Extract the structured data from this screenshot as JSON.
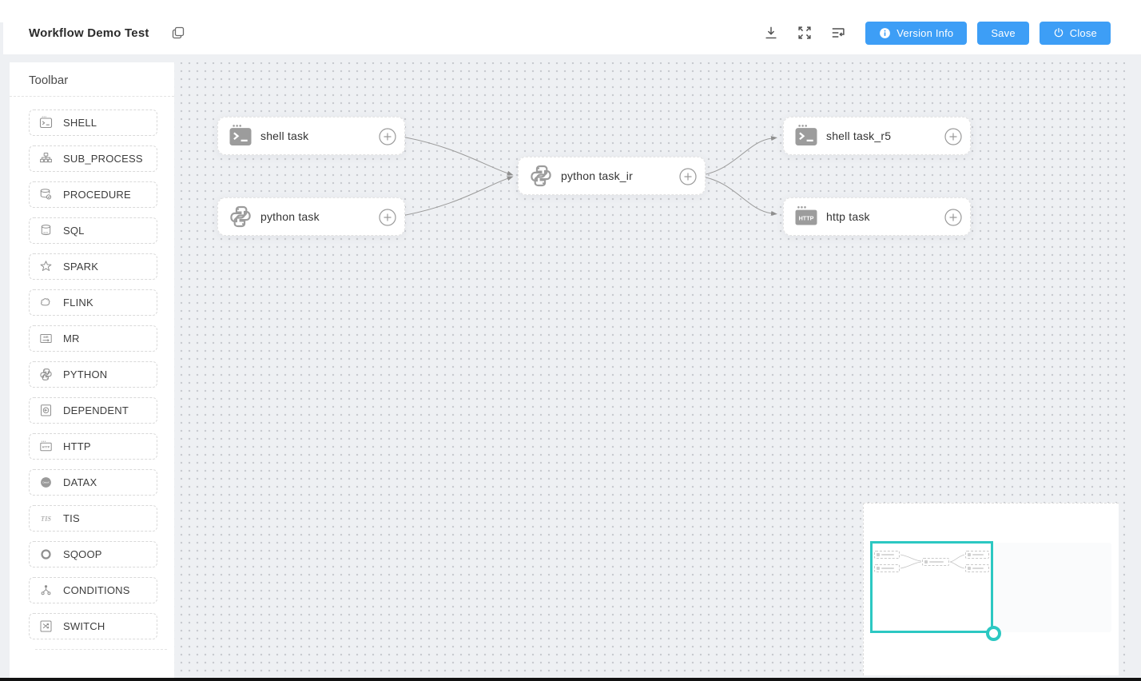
{
  "header": {
    "title": "Workflow Demo Test",
    "buttons": {
      "version_info": "Version Info",
      "save": "Save",
      "close": "Close"
    },
    "icons": [
      "copy-icon",
      "download-icon",
      "fullscreen-icon",
      "format-dag-icon"
    ]
  },
  "toolbar": {
    "title": "Toolbar",
    "items": [
      {
        "type": "shell",
        "label": "SHELL"
      },
      {
        "type": "sub_process",
        "label": "SUB_PROCESS"
      },
      {
        "type": "procedure",
        "label": "PROCEDURE"
      },
      {
        "type": "sql",
        "label": "SQL"
      },
      {
        "type": "spark",
        "label": "SPARK"
      },
      {
        "type": "flink",
        "label": "FLINK"
      },
      {
        "type": "mr",
        "label": "MR"
      },
      {
        "type": "python",
        "label": "PYTHON"
      },
      {
        "type": "dependent",
        "label": "DEPENDENT"
      },
      {
        "type": "http",
        "label": "HTTP"
      },
      {
        "type": "datax",
        "label": "DATAX"
      },
      {
        "type": "tis",
        "label": "TIS"
      },
      {
        "type": "sqoop",
        "label": "SQOOP"
      },
      {
        "type": "conditions",
        "label": "CONDITIONS"
      },
      {
        "type": "switch",
        "label": "SWITCH"
      }
    ]
  },
  "canvas": {
    "nodes": [
      {
        "id": "1",
        "type": "shell",
        "label": "shell task"
      },
      {
        "id": "2",
        "type": "python",
        "label": "python task"
      },
      {
        "id": "3",
        "type": "python",
        "label": "python task_ir"
      },
      {
        "id": "4",
        "type": "shell",
        "label": "shell task_r5"
      },
      {
        "id": "5",
        "type": "http",
        "label": "http task"
      }
    ],
    "edges": [
      {
        "from": "shell task",
        "to": "python task_ir"
      },
      {
        "from": "python task",
        "to": "python task_ir"
      },
      {
        "from": "python task_ir",
        "to": "shell task_r5"
      },
      {
        "from": "python task_ir",
        "to": "http task"
      }
    ]
  },
  "colors": {
    "primary": "#3d9ef6",
    "minimap_viewport": "#2cc8c2",
    "canvas_bg": "#eef0f3",
    "edge": "#999999"
  }
}
